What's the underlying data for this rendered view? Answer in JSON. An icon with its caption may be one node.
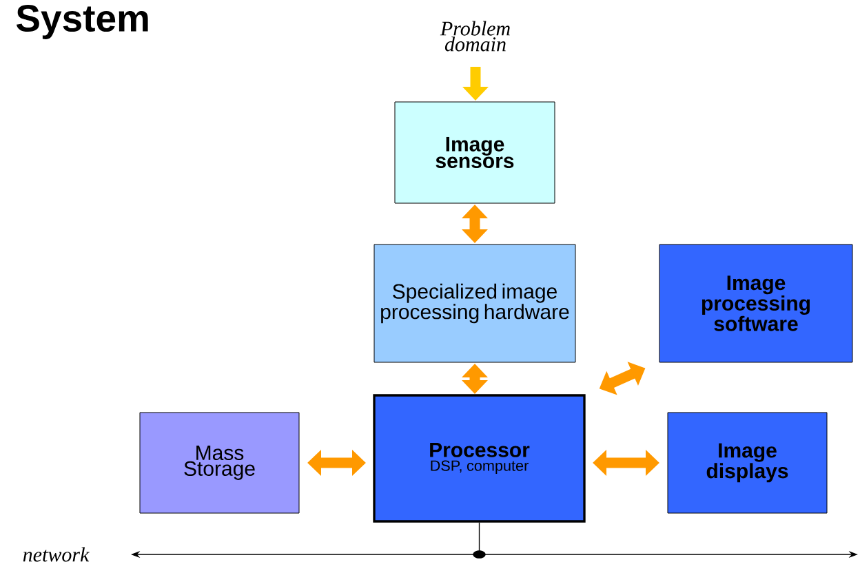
{
  "diagram": {
    "title": "System",
    "nodes": [
      {
        "text": [
          "Problem domain"
        ]
      },
      {
        "text": [
          "Image sensors"
        ]
      },
      {
        "text": [
          "Specialized image processing hardware"
        ]
      },
      {
        "text": [
          "Image processing software"
        ]
      },
      {
        "text": [
          "Mass Storage"
        ]
      },
      {
        "text": [
          "Processor",
          "DSP, computer"
        ]
      },
      {
        "text": [
          "Image displays"
        ]
      },
      {
        "text": [],
        "shape": "bar",
        "beside": [
          "network"
        ]
      }
    ],
    "edges": [
      {
        "from": 0,
        "to": 1,
        "arrow": "to",
        "color": "#ffcc00"
      },
      {
        "from": 1,
        "to": 2,
        "arrow": "both"
      },
      {
        "from": 2,
        "to": 5,
        "arrow": "both"
      },
      {
        "from": 5,
        "to": 3,
        "arrow": "both"
      },
      {
        "from": 4,
        "to": 5,
        "arrow": "both"
      },
      {
        "from": 5,
        "to": 6,
        "arrow": "both"
      },
      {
        "from": 5,
        "to": 7,
        "arrow": "other",
        "color": "#000000"
      }
    ]
  }
}
